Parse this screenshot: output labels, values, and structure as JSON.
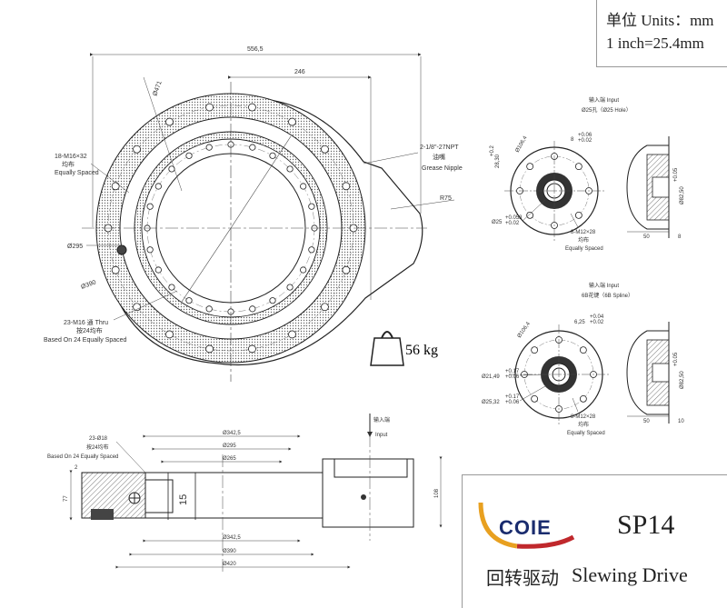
{
  "units": {
    "line1": "单位 Units：mm",
    "line2": "1 inch=25.4mm"
  },
  "brand": {
    "logo": "COIE",
    "model": "SP14",
    "name_cn": "回转驱动",
    "name_en": "Slewing Drive"
  },
  "weight": "56 kg",
  "icons": {
    "weight": "weight-icon",
    "logo": "coie-logo-icon"
  },
  "top_view": {
    "dim_width": "556,5",
    "dim_offset": "246",
    "dia_471": "Ø471",
    "grease_1": "2-1/8\"-27NPT",
    "grease_2": "油嘴",
    "grease_3": "Grease Nipple",
    "r75": "R75",
    "holes_18_1": "18-M16×32",
    "holes_18_2": "均布",
    "holes_18_3": "Equally Spaced",
    "dia_295": "Ø295",
    "dia_390": "Ø390",
    "holes_23_1": "23-M16 通 Thru",
    "holes_23_2": "按24均布",
    "holes_23_3": "Based On 24 Equally Spaced"
  },
  "input_hole": {
    "title_cn": "输入端  Input",
    "title_en": "Ø25孔（Ø25 Hole）",
    "dia_106": "Ø106,4",
    "key_8": "8",
    "key_8_tol_up": "+0.06",
    "key_8_tol_dn": "+0.02",
    "depth": "28,30",
    "depth_tol": "+0.2",
    "bore": "Ø25",
    "bore_tol_up": "+0.053",
    "bore_tol_dn": "+0.02",
    "bolts_1": "8-M12×28",
    "bolts_2": "均布",
    "bolts_3": "Equally Spaced",
    "side_dia": "Ø82,50",
    "side_dia_tol": "+0.05",
    "side_w1": "50",
    "side_w2": "8"
  },
  "input_spline": {
    "title_cn": "输入端  Input",
    "title_en": "6B花键（6B Spline）",
    "dia_106": "Ø106,4",
    "key_625": "6,25",
    "key_625_tol_up": "+0.04",
    "key_625_tol_dn": "+0.02",
    "d_2149": "Ø21,49",
    "d_2149_tol_up": "+0.17",
    "d_2149_tol_dn": "+0.06",
    "d_2532": "Ø25,32",
    "d_2532_tol_up": "+0.17",
    "d_2532_tol_dn": "+0.06",
    "bolts_1": "8-M12×28",
    "bolts_2": "均布",
    "bolts_3": "Equally Spaced",
    "side_dia": "Ø82,50",
    "side_dia_tol": "+0.05",
    "side_w1": "50",
    "side_w2": "10"
  },
  "section_view": {
    "input_cn": "输入端",
    "input_en": "Input",
    "holes_1": "23-Ø18",
    "holes_2": "按24均布",
    "holes_3": "Based On 24 Equally Spaced",
    "d_3425_top": "Ø342,5",
    "d_295": "Ø295",
    "d_265": "Ø265",
    "d_3425_bot": "Ø342,5",
    "d_390": "Ø390",
    "d_420": "Ø420",
    "h_77": "77",
    "h_108": "108",
    "h_15": "15",
    "h_2": "2"
  }
}
